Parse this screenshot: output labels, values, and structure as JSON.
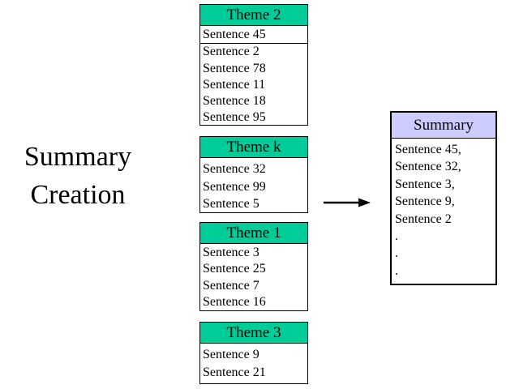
{
  "slide": {
    "title": "Summary Creation"
  },
  "colors": {
    "background": "#FFFFFF",
    "text": "#000000",
    "border": "#000000",
    "theme_header": "#00CC99",
    "summary_header": "#CCCCFF",
    "arrow": "#000000"
  },
  "themes": [
    {
      "label": "Theme 2",
      "sentences": [
        "Sentence 45",
        "Sentence 2",
        "Sentence 78",
        "Sentence 11",
        "Sentence 18",
        "Sentence 95"
      ]
    },
    {
      "label": "Theme k",
      "sentences": [
        "Sentence 32",
        "Sentence 99",
        "Sentence 5"
      ]
    },
    {
      "label": "Theme 1",
      "sentences": [
        "Sentence 3",
        "Sentence 25",
        "Sentence 7",
        "Sentence 16"
      ]
    },
    {
      "label": "Theme 3",
      "sentences": [
        "Sentence 9",
        "Sentence 21"
      ]
    }
  ],
  "summary": {
    "label": "Summary",
    "lines": [
      "Sentence 45,",
      "Sentence 32,",
      "Sentence 3,",
      "Sentence 9,",
      "Sentence 2",
      ".",
      ".",
      "."
    ]
  }
}
